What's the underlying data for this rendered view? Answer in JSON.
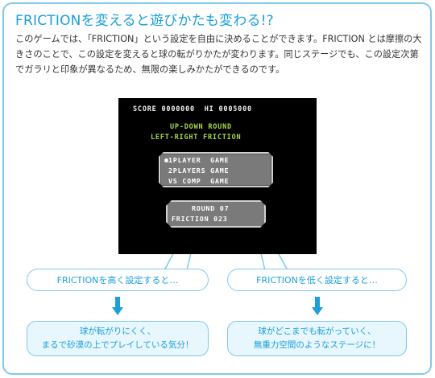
{
  "title": "FRICTIONを変えると遊びかたも変わる!?",
  "description": "このゲームでは、「FRICTION」という設定を自由に決めることができます。FRICTION とは摩擦の大きさのことで、この設定を変えると球の転がりかたが変わります。同じステージでも、この設定次第でガラリと印象が異なるため、無限の楽しみかたができるのです。",
  "game": {
    "score_line": "SCORE 0000000  HI 0005000",
    "mode_line1": "UP-DOWN ROUND",
    "mode_line2": "LEFT-RIGHT FRICTION",
    "menu": [
      "1PLAYER  GAME",
      "2PLAYERS GAME",
      "VS COMP  GAME"
    ],
    "round_line": "ROUND 07",
    "friction_line": "FRICTION 023",
    "colors": {
      "text_green": "#a8d84a",
      "box_gray": "#7a7a7a"
    }
  },
  "callouts": {
    "high": "FRICTIONを高く設定すると…",
    "low": "FRICTIONを低く設定すると…"
  },
  "results": {
    "high_line1": "球が転がりにくく、",
    "high_line2": "まるで砂漠の上でプレイしている気分！",
    "low_line1": "球がどこまでも転がっていく、",
    "low_line2": "無重力空間のようなステージに！"
  },
  "accent_color": "#1aa0dc",
  "border_color": "#7fc9ef"
}
